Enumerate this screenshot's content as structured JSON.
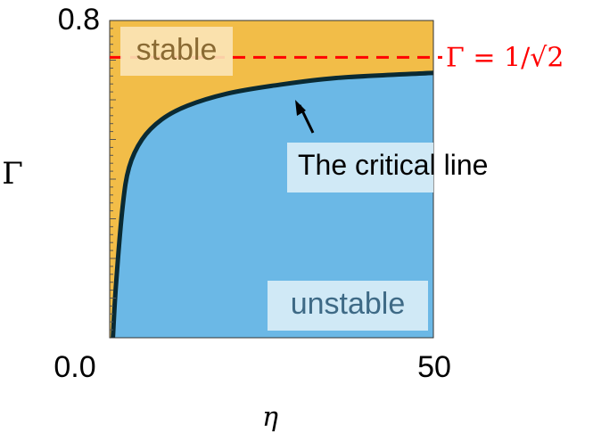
{
  "chart_data": {
    "type": "area",
    "xlabel": "η",
    "ylabel": "Γ",
    "xlim": [
      0,
      50
    ],
    "ylim": [
      0,
      0.8
    ],
    "x_ticks": [
      "0.0",
      "50"
    ],
    "y_ticks": [
      "0.8"
    ],
    "regions": [
      {
        "name": "stable",
        "color": "#F2BD48"
      },
      {
        "name": "unstable",
        "color": "#6BB8E6"
      }
    ],
    "critical_line": {
      "label": "The critical line",
      "color": "#0a2a33",
      "points": [
        [
          0.5,
          0.0
        ],
        [
          1.0,
          0.14
        ],
        [
          2.0,
          0.33
        ],
        [
          3.0,
          0.43
        ],
        [
          5.0,
          0.5
        ],
        [
          8.0,
          0.55
        ],
        [
          12.0,
          0.585
        ],
        [
          18.0,
          0.615
        ],
        [
          25.0,
          0.635
        ],
        [
          35.0,
          0.655
        ],
        [
          50.0,
          0.668
        ]
      ]
    },
    "reference_line": {
      "y": 0.707,
      "label": "Γ = 1/√2",
      "color": "#FF0000",
      "style": "dashed"
    },
    "grid": false
  }
}
